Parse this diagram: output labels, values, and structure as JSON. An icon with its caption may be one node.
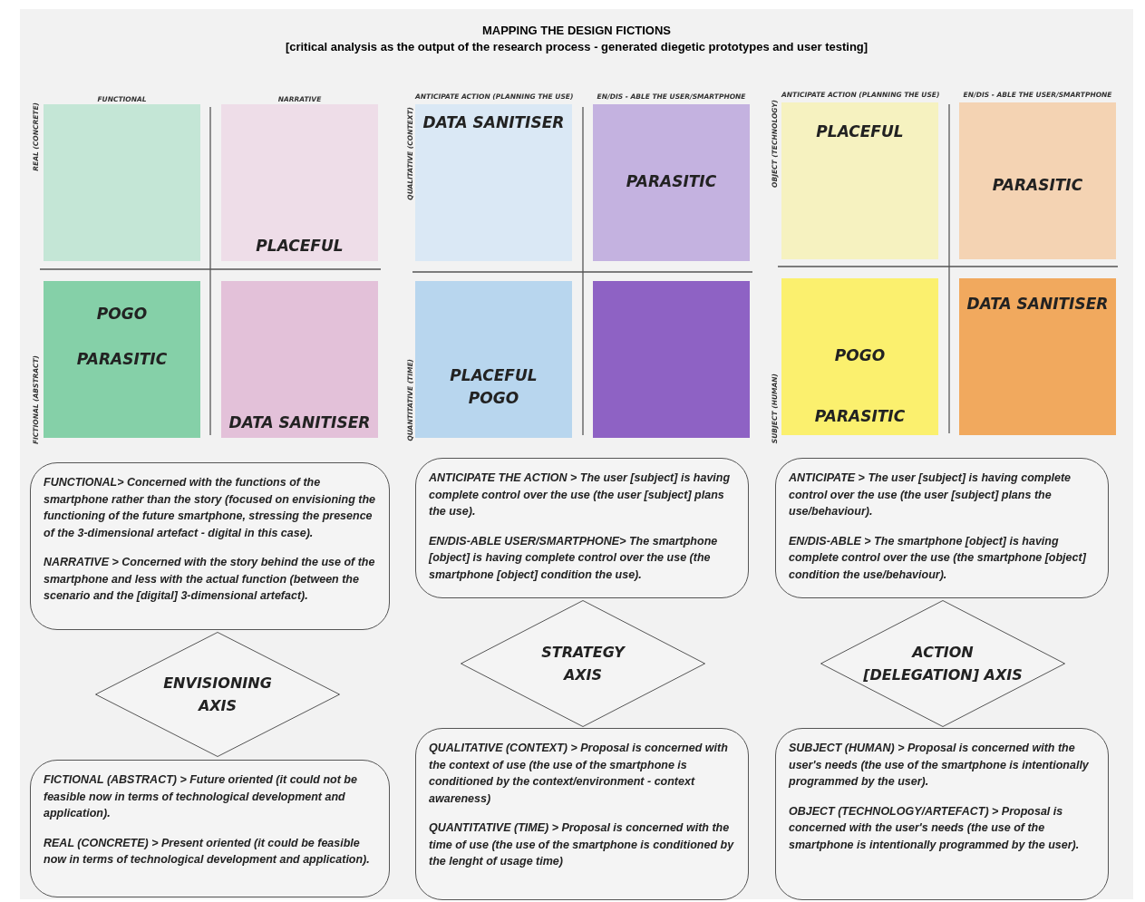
{
  "diagram": {
    "title": "MAPPING THE DESIGN FICTIONS",
    "nodes": [
      {
        "text": [],
        "shape": "box"
      },
      {
        "text": [
          "PLACEFUL"
        ]
      },
      {
        "text": [
          "POGO",
          "PARASITIC"
        ]
      },
      {
        "text": [
          "DATA SANITISER"
        ]
      },
      {
        "text": [
          "DATA SANITISER"
        ]
      },
      {
        "text": [
          "PARASITIC"
        ]
      },
      {
        "text": [
          "PLACEFUL",
          "POGO"
        ]
      },
      {
        "text": [],
        "shape": "box"
      },
      {
        "text": [
          "PLACEFUL"
        ]
      },
      {
        "text": [
          "PARASITIC"
        ]
      },
      {
        "text": [
          "POGO",
          "PARASITIC"
        ]
      },
      {
        "text": [
          "DATA SANITISER"
        ]
      },
      {
        "text": [
          "FUNCTIONAL> Concerned with the functions of the smartphone rather than the story (focused on envisioning the functioning of the future smartphone, stressing the presence of the 3-dimensional artefact - digital in this case).",
          "NARRATIVE > Concerned with the story behind the use of the smartphone and less with the actual function (between the scenario and the [digital] 3-dimensional artefact)."
        ]
      },
      {
        "text": [
          "ANTICIPATE THE ACTION > The user [subject] is having complete control over the use (the user [subject] plans the use).",
          "EN/DIS-ABLE USER/SMARTPHONE> The smartphone [object] is having complete control over the use (the smartphone [object] condition the use)."
        ]
      },
      {
        "text": [
          "ANTICIPATE > The user [subject] is having complete control over the use (the user [subject] plans the use/behaviour).",
          "EN/DIS-ABLE > The smartphone [object] is having complete control over the use (the smartphone [object] condition the use/behaviour)."
        ]
      },
      {
        "text": [
          "ENVISIONING AXIS"
        ]
      },
      {
        "text": [
          "STRATEGY AXIS"
        ]
      },
      {
        "text": [
          "ACTION [DELEGATION] AXIS"
        ]
      },
      {
        "text": [
          "FICTIONAL (ABSTRACT) > Future oriented (it could not be feasible now in terms of technological development and application).",
          "REAL (CONCRETE) > Present oriented (it could be feasible now in terms of technological development and application)."
        ]
      },
      {
        "text": [
          "QUALITATIVE (CONTEXT) > Proposal is concerned with the context of use (the use of the smartphone is conditioned by the context/environment - context awareness)",
          "QUANTITATIVE (TIME) > Proposal is concerned with the time of use (the use of the smartphone is conditioned by the lenght of usage time)"
        ]
      },
      {
        "text": [
          "SUBJECT (HUMAN) > Proposal is concerned with the user's needs (the use of the smartphone is intentionally programmed by the user).",
          "OBJECT (TECHNOLOGY/ARTEFACT) > Proposal is concerned with the user's needs (the use of the smartphone is intentionally programmed by the user)."
        ]
      }
    ],
    "labels": [
      "[critical analysis as the output of the research process - generated diegetic prototypes and user testing]",
      "FUNCTIONAL",
      "NARRATIVE",
      "REAL (CONCRETE)",
      "FICTIONAL (ABSTRACT)",
      "ANTICIPATE ACTION (PLANNING THE USE)",
      "EN/DIS - ABLE THE USER/SMARTPHONE",
      "QUALITATIVE (CONTEXT)",
      "QUANTITATIVE (TIME)",
      "ANTICIPATE ACTION (PLANNING THE USE)",
      "EN/DIS - ABLE THE USER/SMARTPHONE",
      "OBJECT (TECHNOLOGY)",
      "SUBJECT (HUMAN)"
    ]
  }
}
